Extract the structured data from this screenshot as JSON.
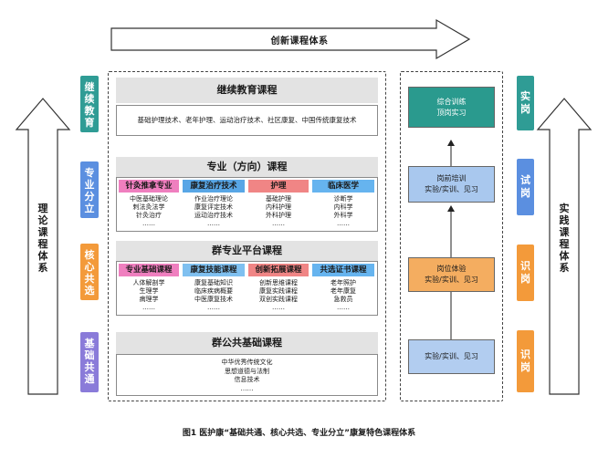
{
  "top_arrow": {
    "label": "创新课程体系"
  },
  "left_arrow": {
    "label": "理论课程体系"
  },
  "right_arrow": {
    "label": "实践课程体系"
  },
  "side_labels": [
    {
      "text": "继续教育",
      "color": "#2f9c95"
    },
    {
      "text": "专业分立",
      "color": "#5b8fe0"
    },
    {
      "text": "核心共选",
      "color": "#f39a3a"
    },
    {
      "text": "基础共通",
      "color": "#8a7bd9"
    }
  ],
  "continuing": {
    "title": "继续教育课程",
    "content": "基础护理技术、老年护理、运动治疗技术、社区康复、中国传统康复技术"
  },
  "major": {
    "title": "专业（方向）课程",
    "columns": [
      {
        "head": "针灸推拿专业",
        "lines": [
          "中医基础理论",
          "刺法灸法学",
          "针灸治疗",
          "……"
        ]
      },
      {
        "head": "康复治疗技术",
        "lines": [
          "作业治疗理论",
          "康复评定技术",
          "运动治疗技术",
          "……"
        ]
      },
      {
        "head": "护理",
        "lines": [
          "基础护理",
          "内科护理",
          "外科护理",
          "……"
        ]
      },
      {
        "head": "临床医学",
        "lines": [
          "诊断学",
          "内科学",
          "外科学",
          "……"
        ]
      }
    ]
  },
  "platform": {
    "title": "群专业平台课程",
    "columns": [
      {
        "head": "专业基础课程",
        "lines": [
          "人体解剖学",
          "生理学",
          "病理学",
          "……"
        ]
      },
      {
        "head": "康复技能课程",
        "lines": [
          "康复基础知识",
          "临床疾病概要",
          "中医康复技术",
          "……"
        ]
      },
      {
        "head": "创新拓展课程",
        "lines": [
          "创新思维课程",
          "康复实践课程",
          "双创实践课程",
          "……"
        ]
      },
      {
        "head": "共选证书课程",
        "lines": [
          "老年照护",
          "老年康复",
          "急救员",
          "……"
        ]
      }
    ]
  },
  "public": {
    "title": "群公共基础课程",
    "lines": [
      "中华优秀传统文化",
      "思想道德与法制",
      "信息技术",
      "……"
    ]
  },
  "practice_steps": [
    {
      "line1": "综合训练",
      "line2": "顶岗实习"
    },
    {
      "line1": "岗前培训",
      "line2": "实验/实训、见习"
    },
    {
      "line1": "岗位体验",
      "line2": "实验/实训、见习"
    },
    {
      "line1": "实验/实训、见习",
      "line2": ""
    }
  ],
  "right_labels": [
    "实岗",
    "试岗",
    "识岗",
    "识岗"
  ],
  "caption": "图1 医护康“基础共通、核心共选、专业分立”康复特色课程体系"
}
